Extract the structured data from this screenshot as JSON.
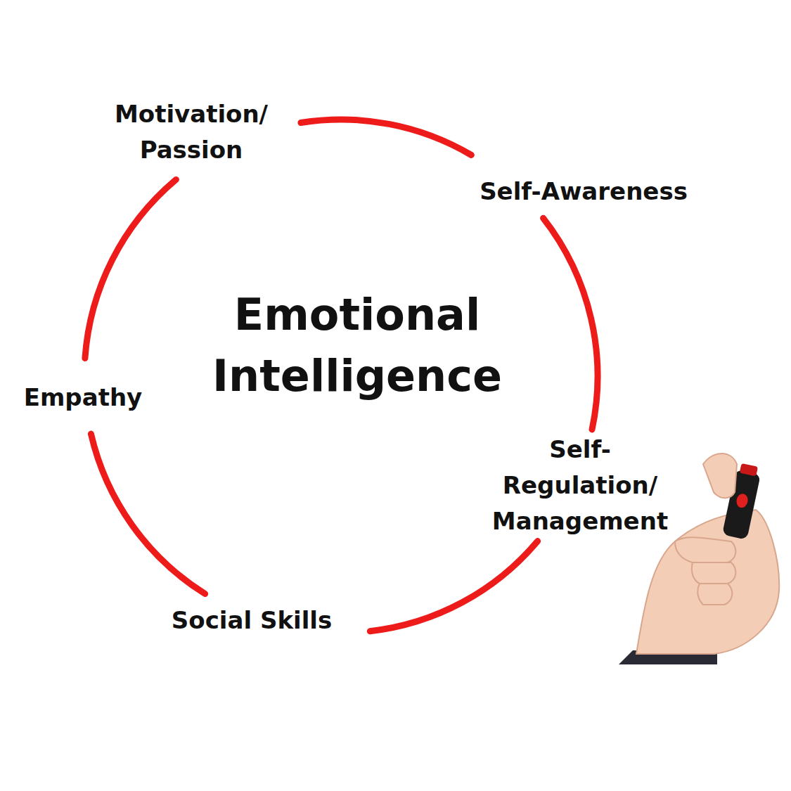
{
  "diagram": {
    "title": "Emotional Intelligence",
    "labels": [
      "Motivation/ Passion",
      "Self-Awareness",
      "Self-Regulation/ Management",
      "Social Skills",
      "Empathy"
    ]
  }
}
